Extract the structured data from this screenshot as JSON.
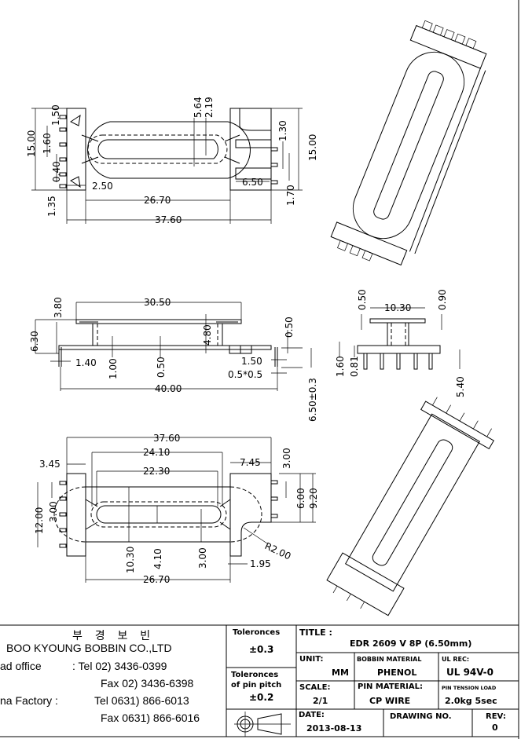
{
  "company": {
    "korean_name": "부 경 보 빈",
    "name": "BOO KYOUNG BOBBIN CO.,LTD",
    "head_office_label": "ad office",
    "head_office_tel": ":  Tel   02) 3436-0399",
    "head_office_fax": "Fax   02) 3436-6398",
    "factory_label": "na Factory :",
    "factory_tel": "Tel 0631) 866-6013",
    "factory_fax": "Fax 0631) 866-6016"
  },
  "tolerances": {
    "general_label": "Toleronces",
    "general_value": "±0.3",
    "pitch_label_1": "Toleronces",
    "pitch_label_2": "of pin pitch",
    "pitch_value": "±0.2",
    "projection_symbol": "third-angle-projection-icon"
  },
  "title_block": {
    "title_label": "TITLE :",
    "title_value": "EDR 2609 V 8P (6.50mm)",
    "unit_label": "UNIT:",
    "unit_value": "MM",
    "bobbin_material_label": "BOBBIN MATERIAL",
    "bobbin_material_value": "PHENOL",
    "ul_rec_label": "UL REC:",
    "ul_rec_value": "UL 94V-0",
    "scale_label": "SCALE:",
    "scale_value": "2/1",
    "pin_material_label": "PIN MATERIAL:",
    "pin_material_value": "CP WIRE",
    "pin_tension_label": "PIN TENSION LOAD",
    "pin_tension_value": "2.0kg 5sec",
    "date_label": "DATE:",
    "date_value": "2013-08-13",
    "drawing_no_label": "DRAWING NO.",
    "drawing_no_value": "",
    "rev_label": "REV:",
    "rev_value": "0"
  },
  "top_view": {
    "dims": {
      "overall_length": "37.60",
      "core_length": "26.70",
      "flange_left": "2.50",
      "height_left": "15.00",
      "height_right": "15.00",
      "top_offset": "1.50",
      "pin_a": "1.60",
      "pin_b": "0.40",
      "bottom_offset": "1.35",
      "slot_outer": "5.64",
      "slot_inner": "2.19",
      "pin_gap": "1.30",
      "pin_bottom": "1.70",
      "right_flange": "6.50"
    }
  },
  "side_view": {
    "dims": {
      "top_width": "30.50",
      "top_height": "3.80",
      "total_height": "6.30",
      "core_height": "4.80",
      "right_thk": "0.50",
      "pin_offset": "1.40",
      "base_thk": "1.00",
      "wall": "0.50",
      "pin_len": "1.50",
      "pin_section": "0.5*0.5",
      "overall": "40.00",
      "pin_height": "6.50±0.3"
    }
  },
  "end_view": {
    "dims": {
      "width": "10.30",
      "left_thk": "0.50",
      "right_thk": "0.90",
      "flange": "1.60",
      "base": "0.81",
      "pin": "5.40"
    }
  },
  "bottom_view": {
    "dims": {
      "overall": "37.60",
      "window_outer": "24.10",
      "window_inner": "22.30",
      "left_flange": "3.45",
      "right_flange": "7.45",
      "pitch_right": "3.00",
      "span_left": "12.00",
      "pitch_left": "3.00",
      "span_right_a": "6.00",
      "span_right_b": "9.20",
      "core_width": "10.30",
      "slot_width": "4.10",
      "slot_inner": "3.00",
      "radius": "R2.00",
      "foot": "1.95",
      "core_length": "26.70"
    }
  }
}
